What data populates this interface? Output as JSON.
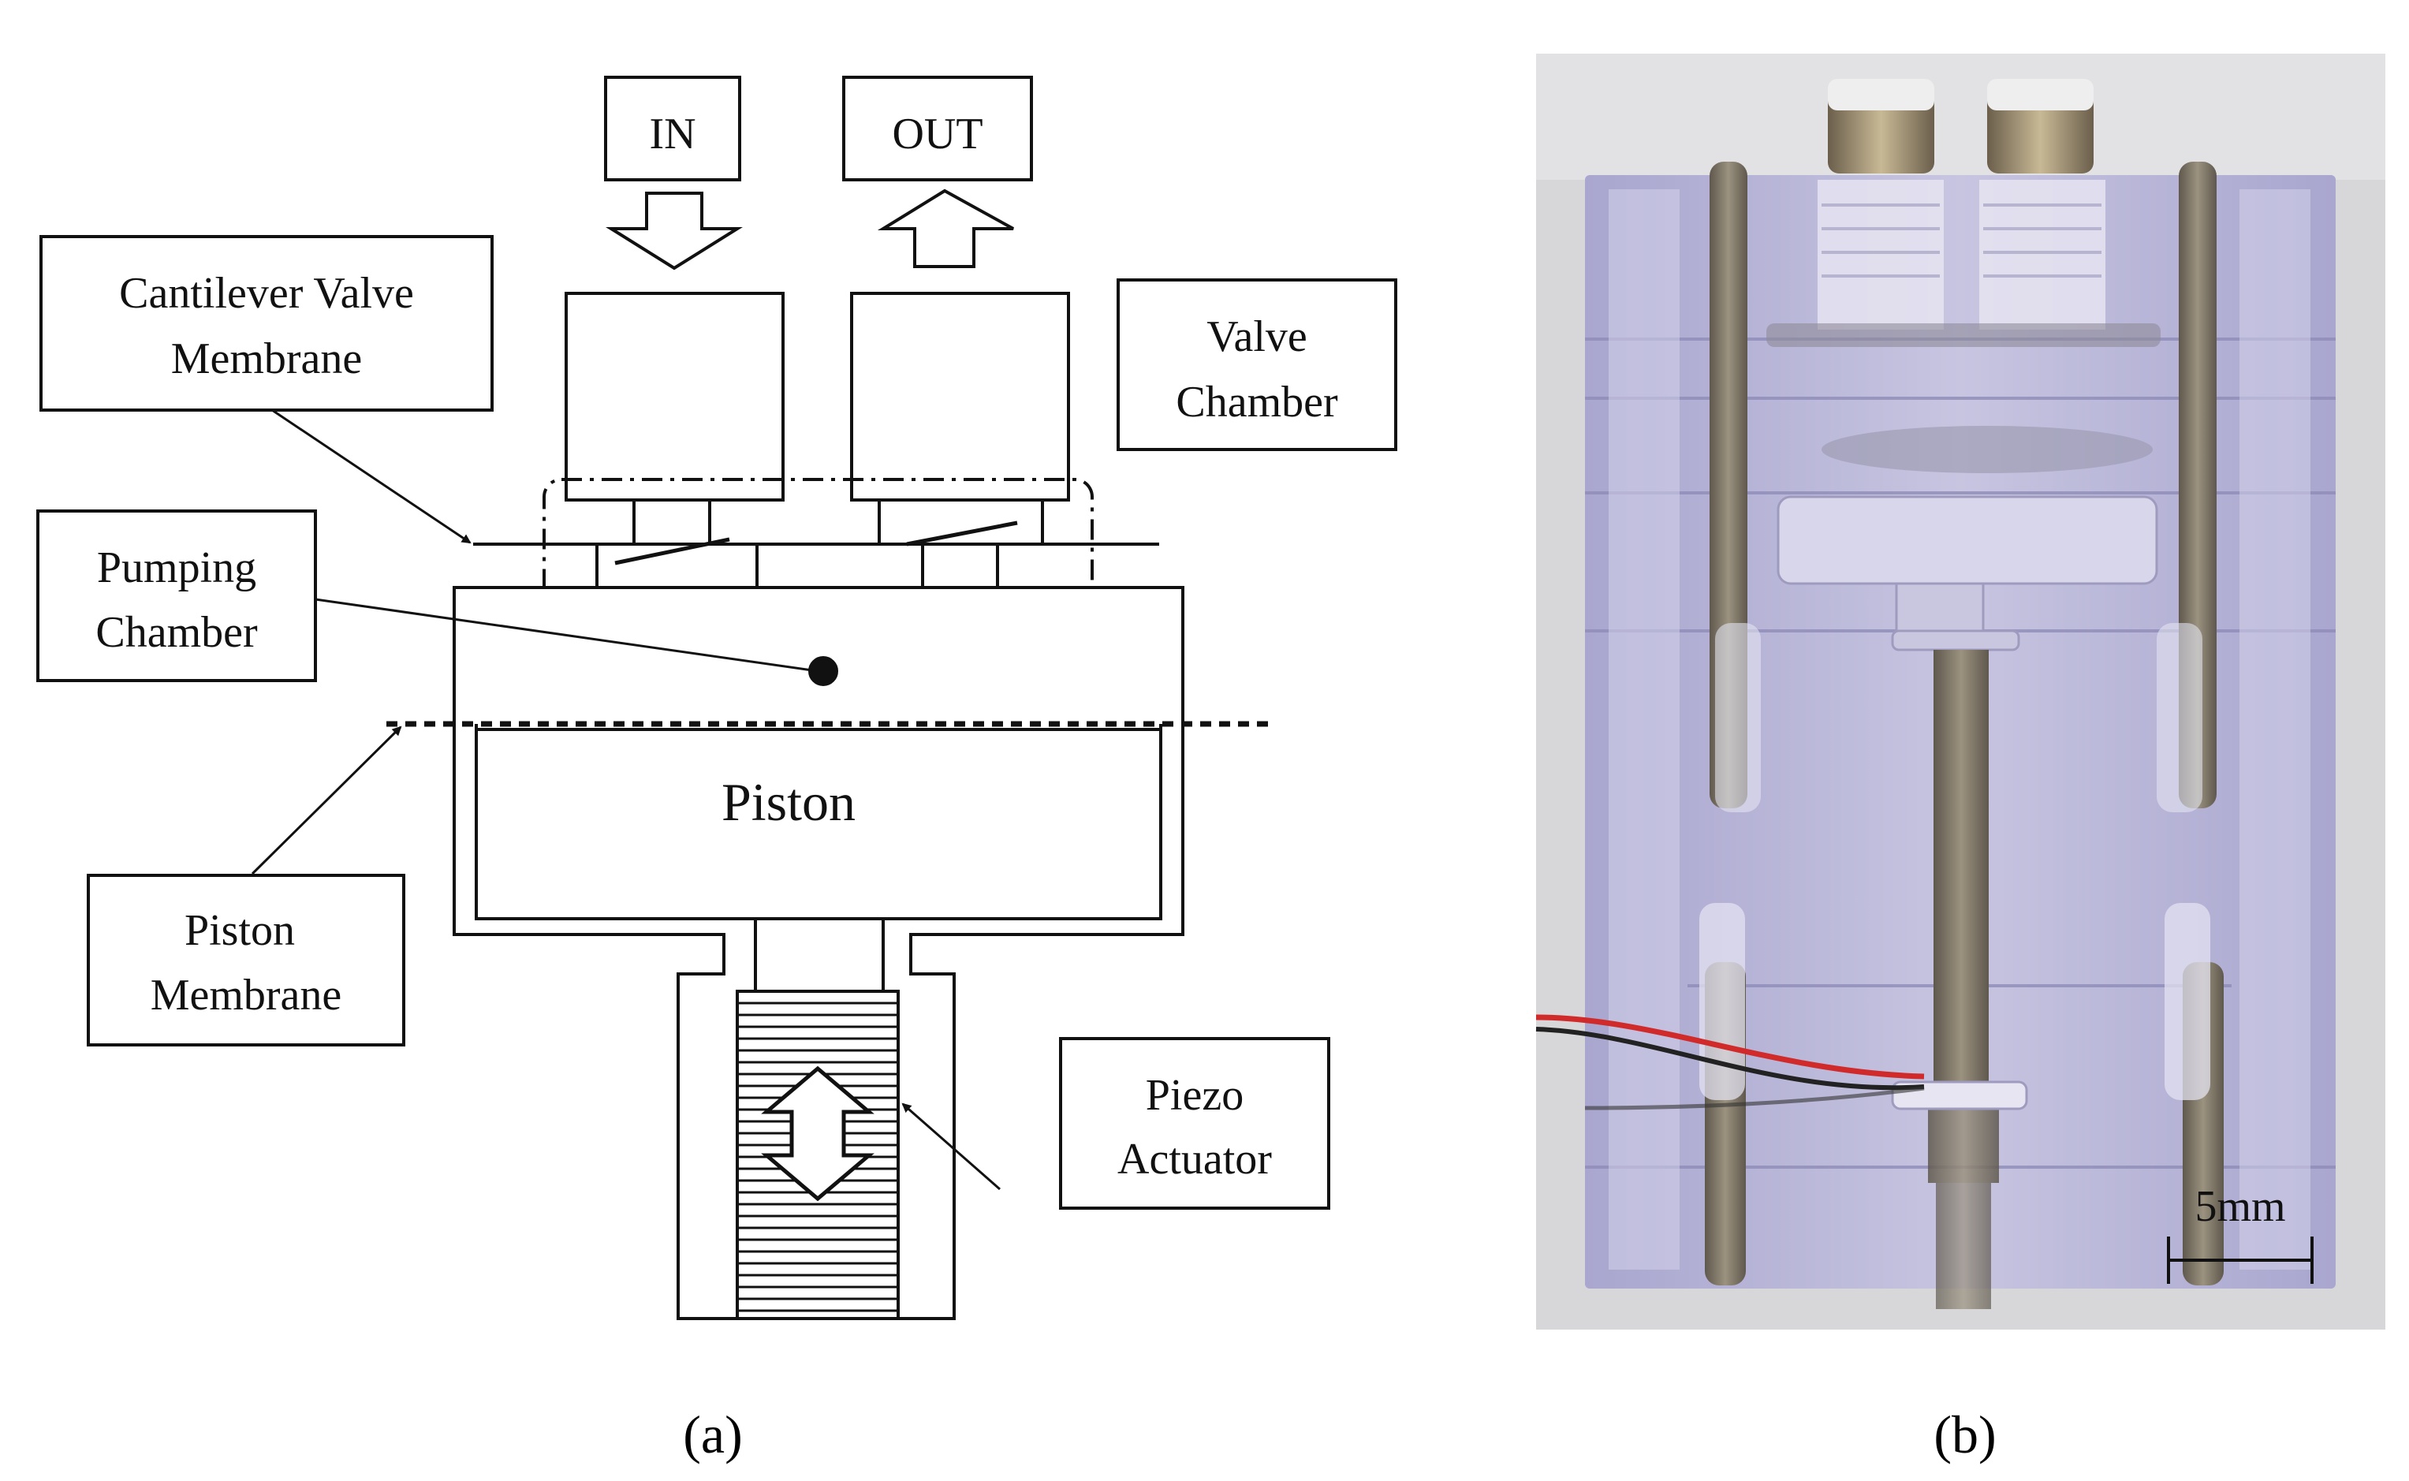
{
  "panel_a": {
    "caption": "(a)",
    "labels": {
      "in": "IN",
      "out": "OUT",
      "cantilever_line1": "Cantilever Valve",
      "cantilever_line2": "Membrane",
      "valve_line1": "Valve",
      "valve_line2": "Chamber",
      "pumping_line1": "Pumping",
      "pumping_line2": "Chamber",
      "piston": "Piston",
      "piston_membrane_line1": "Piston",
      "piston_membrane_line2": "Membrane",
      "piezo_line1": "Piezo",
      "piezo_line2": "Actuator"
    }
  },
  "panel_b": {
    "caption": "(b)",
    "scale_bar_label": "5mm",
    "photo_subject": "assembled piezo pump prototype (photograph)"
  },
  "colors": {
    "line": "#111111",
    "acrylic": "#b9b7d6",
    "photo_background": "#d6d6d8",
    "metal": "#7a7468",
    "wire_red": "#d12a2a"
  }
}
